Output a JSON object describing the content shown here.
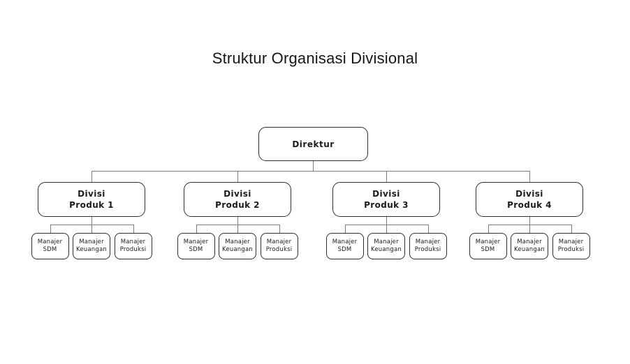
{
  "title": "Struktur Organisasi Divisional",
  "colors": {
    "background": "#ffffff",
    "box_border": "#2e2e2e",
    "box_fill": "#ffffff",
    "connector": "#7d7d7d",
    "text": "#1c1c1c"
  },
  "org": {
    "root": {
      "label": "Direktur"
    },
    "divisions": [
      {
        "line1": "Divisi",
        "line2": "Produk 1",
        "managers": [
          {
            "line1": "Manajer",
            "line2": "SDM"
          },
          {
            "line1": "Manajer",
            "line2": "Keuangan"
          },
          {
            "line1": "Manajer",
            "line2": "Produksi"
          }
        ]
      },
      {
        "line1": "Divisi",
        "line2": "Produk 2",
        "managers": [
          {
            "line1": "Manajer",
            "line2": "SDM"
          },
          {
            "line1": "Manajer",
            "line2": "Keuangan"
          },
          {
            "line1": "Manajer",
            "line2": "Produksi"
          }
        ]
      },
      {
        "line1": "Divisi",
        "line2": "Produk 3",
        "managers": [
          {
            "line1": "Manajer",
            "line2": "SDM"
          },
          {
            "line1": "Manajer",
            "line2": "Keuangan"
          },
          {
            "line1": "Manajer",
            "line2": "Produksi"
          }
        ]
      },
      {
        "line1": "Divisi",
        "line2": "Produk 4",
        "managers": [
          {
            "line1": "Manajer",
            "line2": "SDM"
          },
          {
            "line1": "Manajer",
            "line2": "Keuangan"
          },
          {
            "line1": "Manajer",
            "line2": "Produksi"
          }
        ]
      }
    ]
  }
}
